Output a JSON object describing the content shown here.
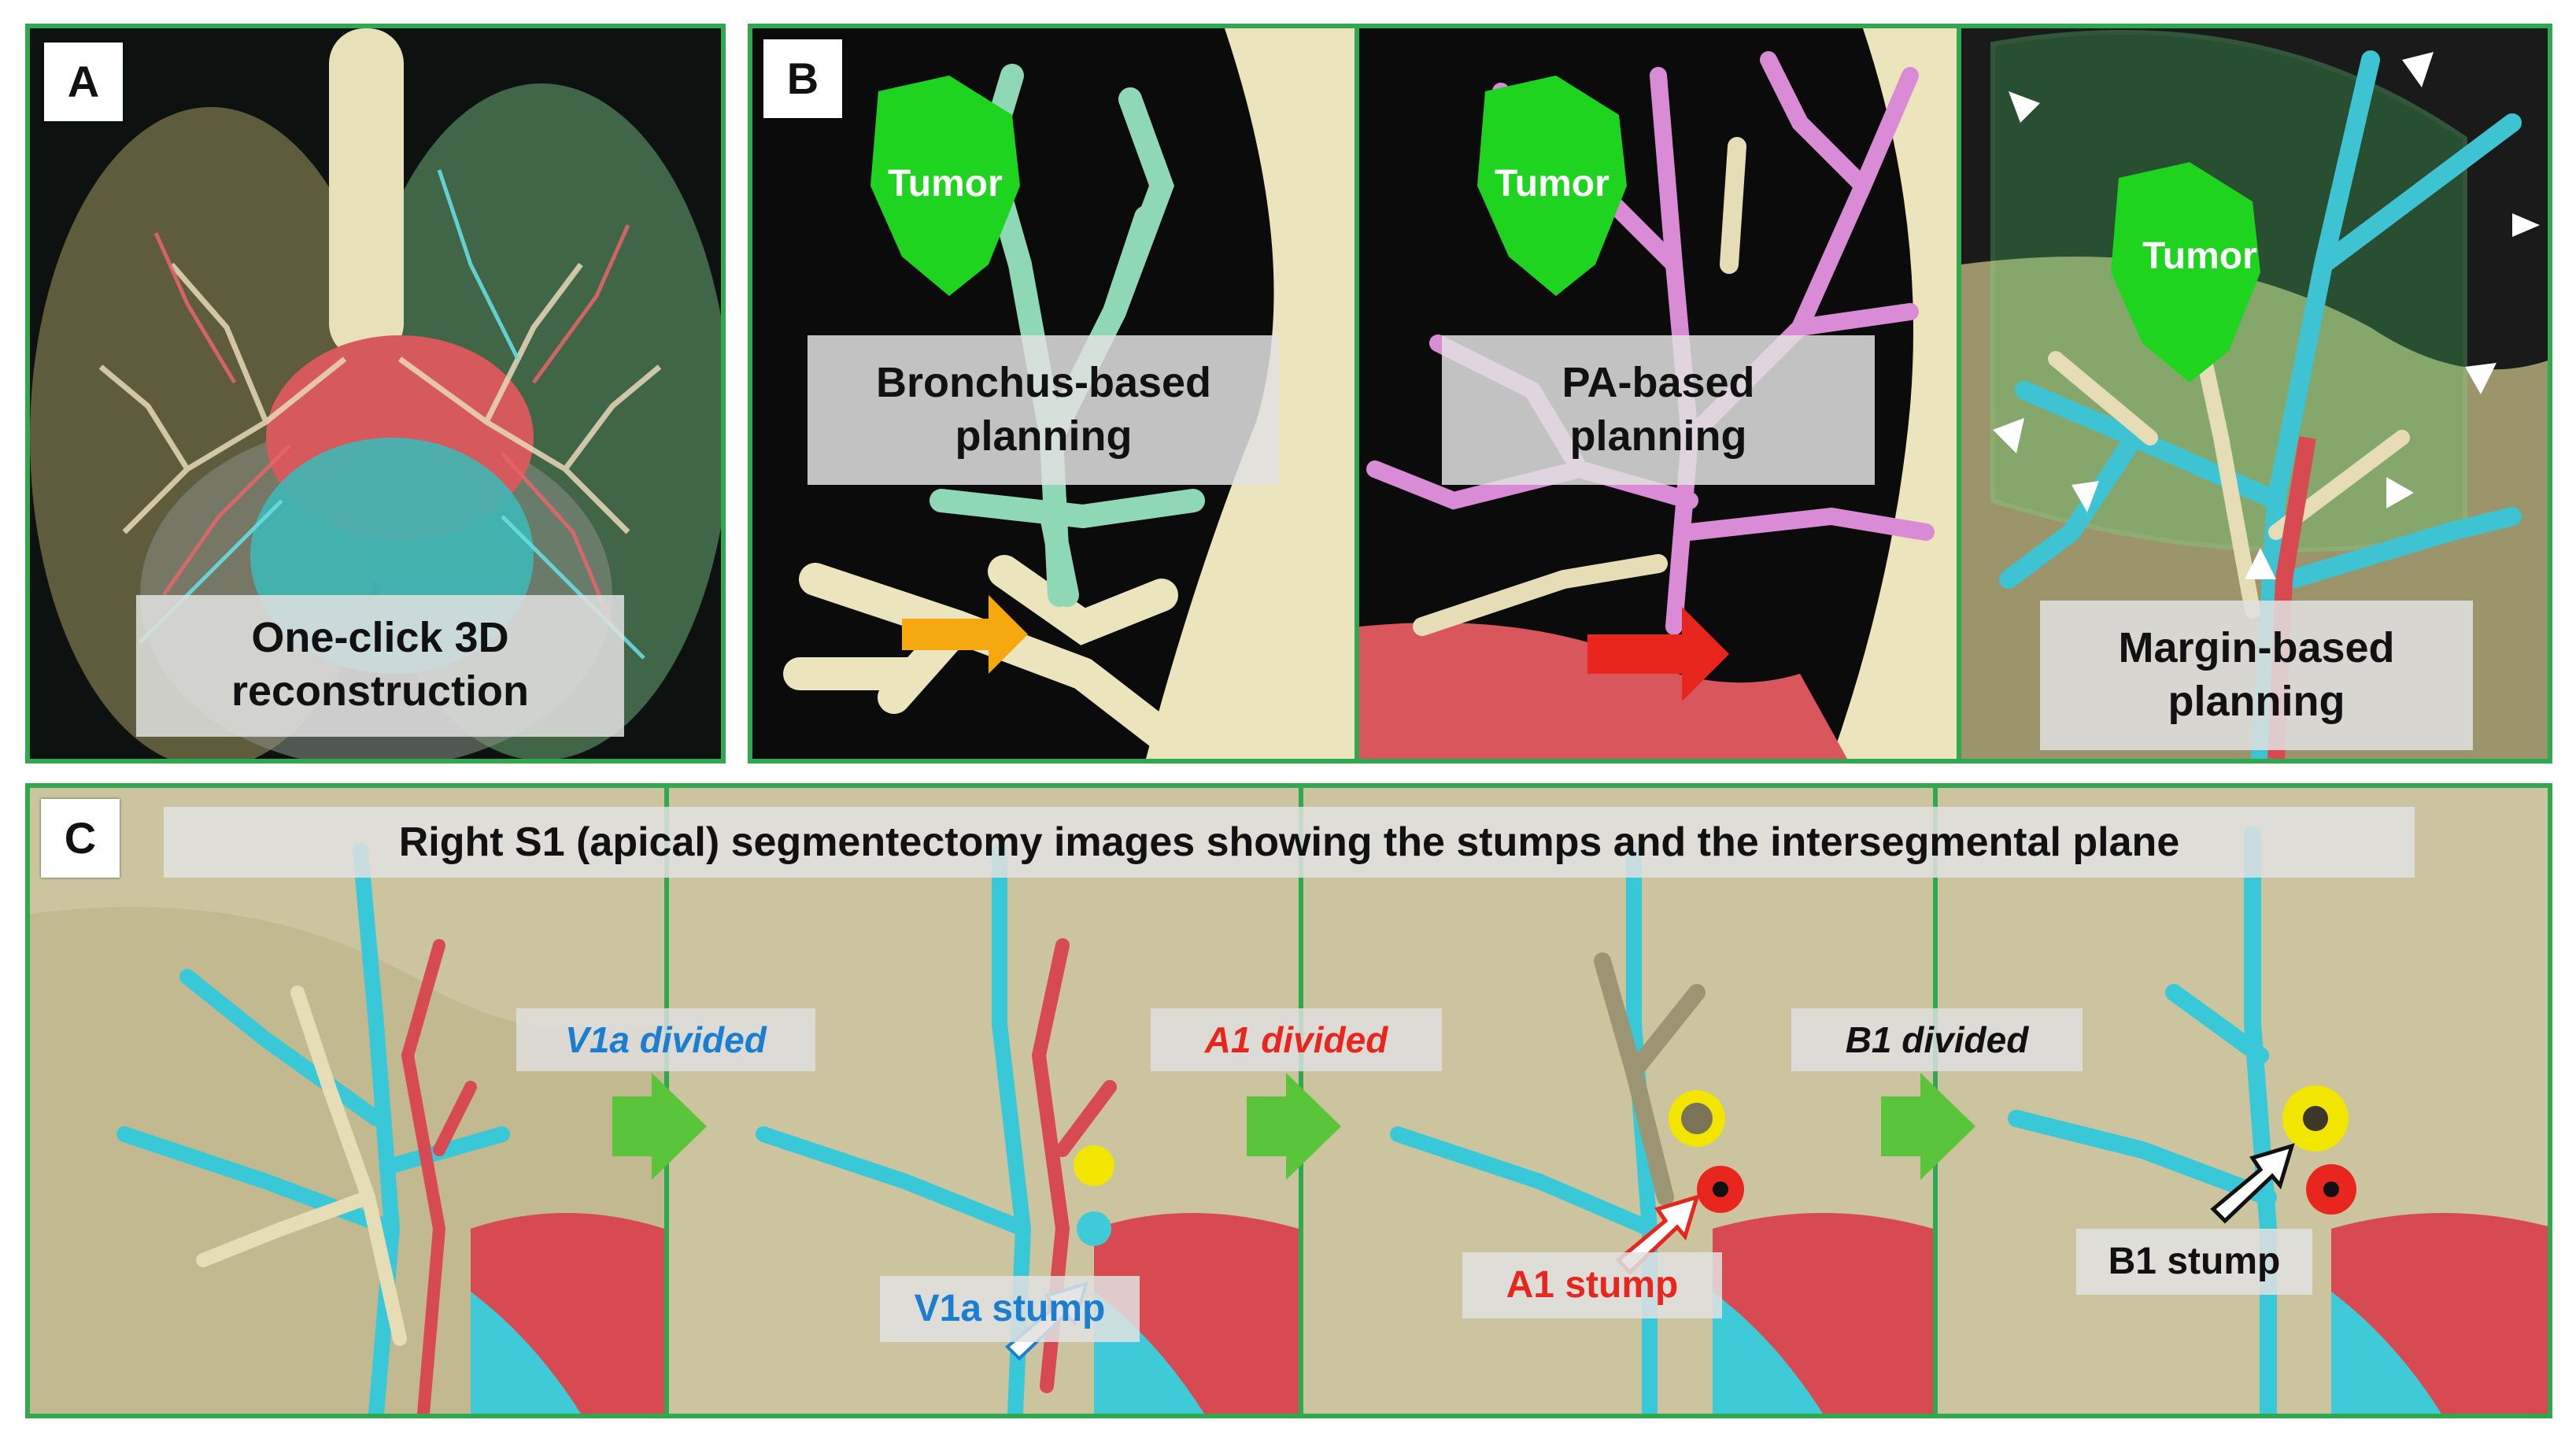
{
  "panel_a": {
    "letter": "A",
    "caption_line1": "One-click 3D",
    "caption_line2": "reconstruction"
  },
  "panel_b": {
    "letter": "B",
    "tumor_label": "Tumor",
    "bronchus": {
      "line1": "Bronchus-based",
      "line2": "planning"
    },
    "pa": {
      "line1": "PA-based",
      "line2": "planning"
    },
    "margin": {
      "line1": "Margin-based",
      "line2": "planning"
    }
  },
  "panel_c": {
    "letter": "C",
    "title": "Right S1 (apical) segmentectomy images showing the stumps and the intersegmental plane",
    "v1a_divided": "V1a divided",
    "a1_divided": "A1 divided",
    "b1_divided": "B1 divided",
    "v1a_stump": "V1a stump",
    "a1_stump": "A1 stump",
    "b1_stump": "B1 stump"
  },
  "colors": {
    "frame_green": "#2fa84f",
    "tumor_green": "#1ed41e",
    "vein_cyan": "#38c8d8",
    "artery_red": "#d84a52",
    "bronchus_cream": "#ece5bd",
    "pa_pink": "#d98bd6",
    "v1a_blue": "#1a7fd0",
    "a1_red": "#e8261e"
  }
}
